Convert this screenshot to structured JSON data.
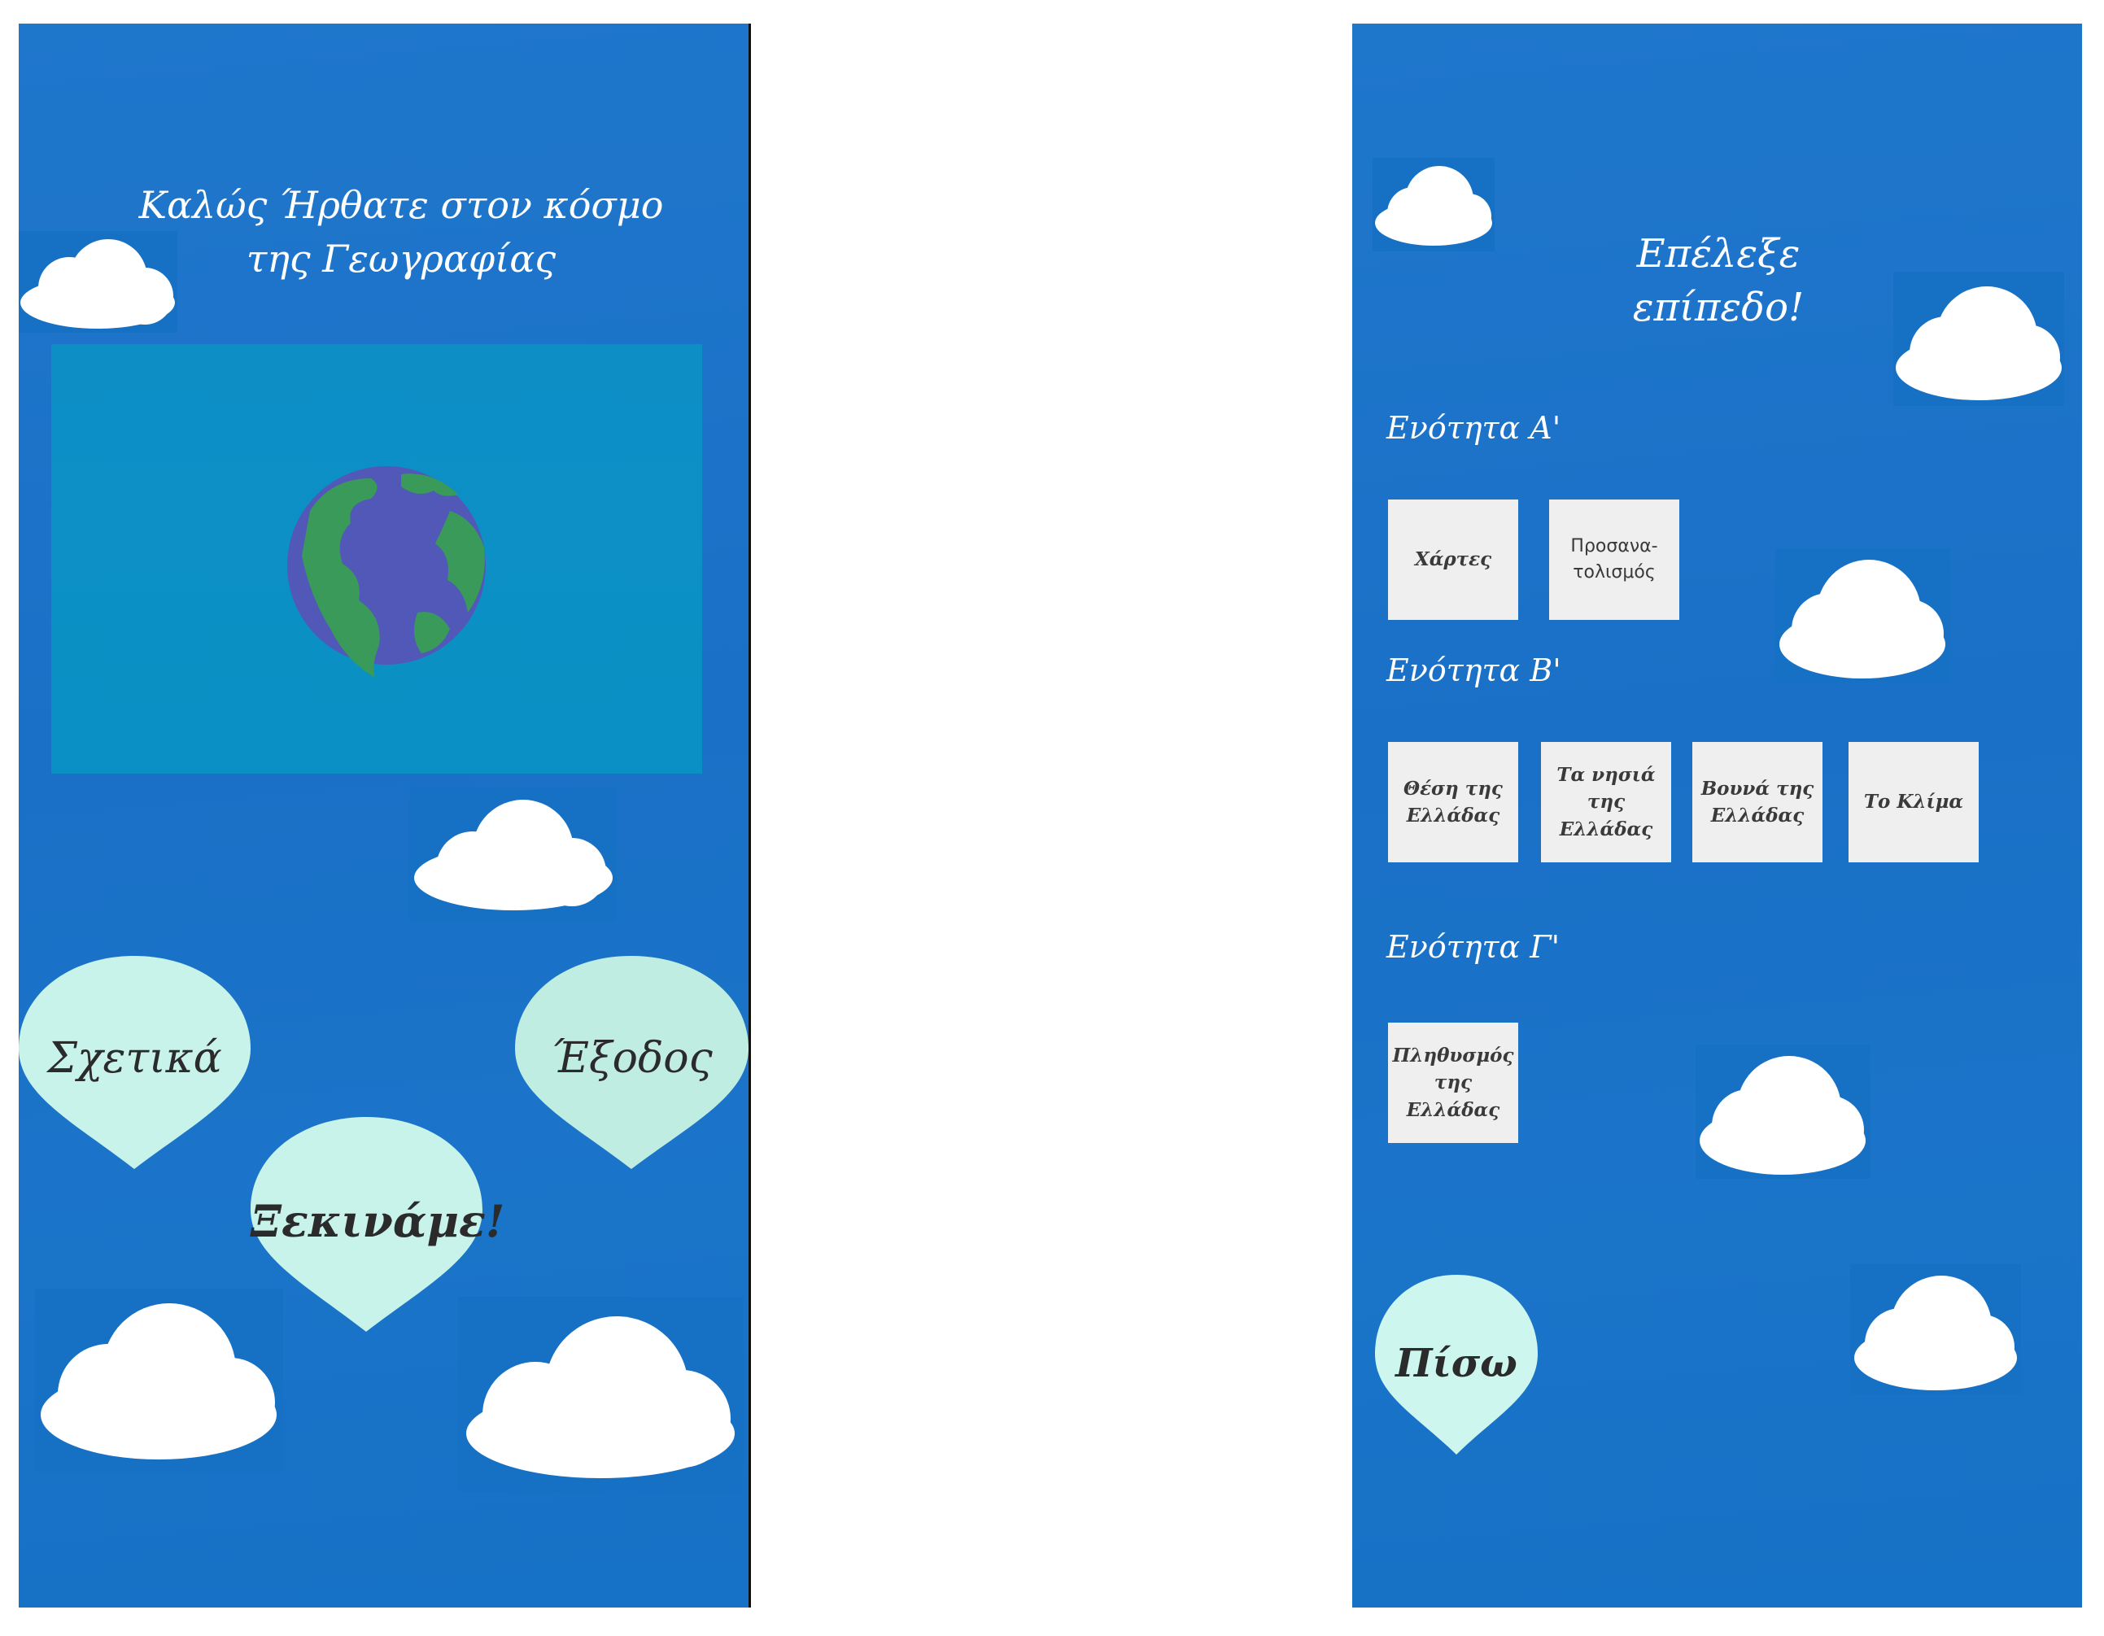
{
  "home": {
    "title_line1": "Καλώς Ήρθατε στον κόσμο",
    "title_line2": "της Γεωγραφίας",
    "buttons": {
      "about": "Σχετικά",
      "exit": "Έξοδος",
      "start": "Ξεκινάμε!"
    }
  },
  "levels": {
    "title": "Επέλεξε επίπεδο!",
    "sections": [
      {
        "label": "Ενότητα Α'",
        "tiles": [
          "Χάρτες",
          "Προσανα-\nτολισμός"
        ]
      },
      {
        "label": "Ενότητα Β'",
        "tiles": [
          "Θέση της\nΕλλάδας",
          "Τα νησιά\nτης\nΕλλάδας",
          "Βουνά της\nΕλλάδας",
          "Το Κλίμα"
        ]
      },
      {
        "label": "Ενότητα Γ'",
        "tiles": [
          "Πληθυσμός\nτης\nΕλλάδας"
        ]
      }
    ],
    "back": "Πίσω"
  },
  "colors": {
    "background": "#1b74c9",
    "bubble": "#c7f3ea",
    "tile": "#efefef",
    "globe_land": "#3a9a5a",
    "globe_sea": "#5158b8"
  }
}
